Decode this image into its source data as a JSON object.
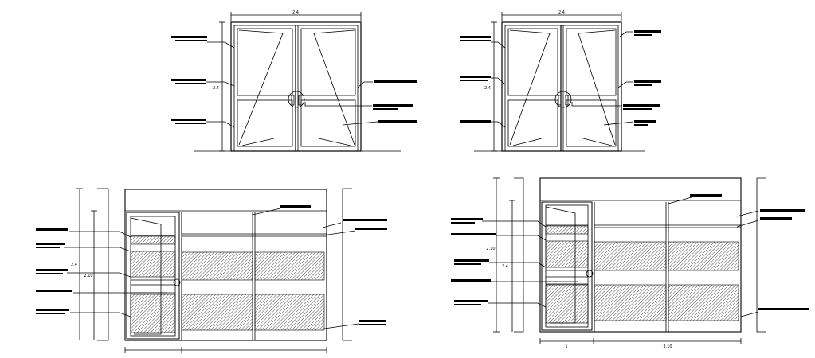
{
  "title": "",
  "colors": {
    "ink": "#000000",
    "paper": "#ffffff"
  },
  "drawings": {
    "door_elevation_1": {
      "dim_width": "2.4",
      "dim_height": "2.4"
    },
    "door_elevation_2": {
      "dim_width": "2.4",
      "dim_height": "2.4"
    },
    "partition_elevation_1": {
      "dim_height_a": "2.4",
      "dim_height_b": "2.10"
    },
    "partition_elevation_2": {
      "dim_height_a": "2.10",
      "dim_height_b": "2.4",
      "dim_bottom_a": "1",
      "dim_bottom_b": "3.10"
    }
  }
}
